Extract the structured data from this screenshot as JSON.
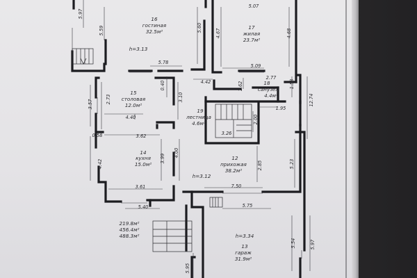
{
  "rooms": [
    {
      "id": "16",
      "name": "гостиная",
      "area": "32.5м²",
      "num_x": "16"
    },
    {
      "id": "17",
      "name": "жилая",
      "area": "23.7м²"
    },
    {
      "id": "15",
      "name": "столовая",
      "area": "12.0м²"
    },
    {
      "id": "18",
      "name": "санузел",
      "area": "4.4м²"
    },
    {
      "id": "19",
      "name": "лестница",
      "area": "4.6м²"
    },
    {
      "id": "14",
      "name": "кухня",
      "area": "15.0м²"
    },
    {
      "id": "12",
      "name": "прихожая",
      "area": "38.2м²"
    },
    {
      "id": "13",
      "name": "гараж",
      "area": "31.9м²"
    }
  ],
  "heights": {
    "living": "h=3.13",
    "hall": "h=3.12",
    "garage": "h=3.34"
  },
  "dimensions": {
    "d597a": "5.97",
    "d559": "5.59",
    "d560": "5.60",
    "d507": "5.07",
    "d467": "4.67",
    "d468": "4.68",
    "d578": "5.78",
    "d509": "5.09",
    "d040": "0.40",
    "d310": "3.10",
    "d442": "4.42",
    "d162": "1.62",
    "d277": "2.77",
    "d158": "1.58",
    "d1274": "12.74",
    "d357": "3.57",
    "d273": "2.73",
    "d440": "4.40",
    "d195": "1.95",
    "d200": "2.00",
    "d326": "3.26",
    "d058": "0.58",
    "d362": "3.62",
    "d399": "3.99",
    "d400": "4.00",
    "d442b": "4.42",
    "d285": "2.85",
    "d523": "5.23",
    "d361": "3.61",
    "d750": "7.50",
    "d540": "5.40",
    "d575": "5.75",
    "d554": "5.54",
    "d597b": "5.97",
    "d595": "5.95"
  },
  "totals": {
    "t1": "219.8м²",
    "t2": "456.4м²",
    "t3": "488.3м²"
  }
}
